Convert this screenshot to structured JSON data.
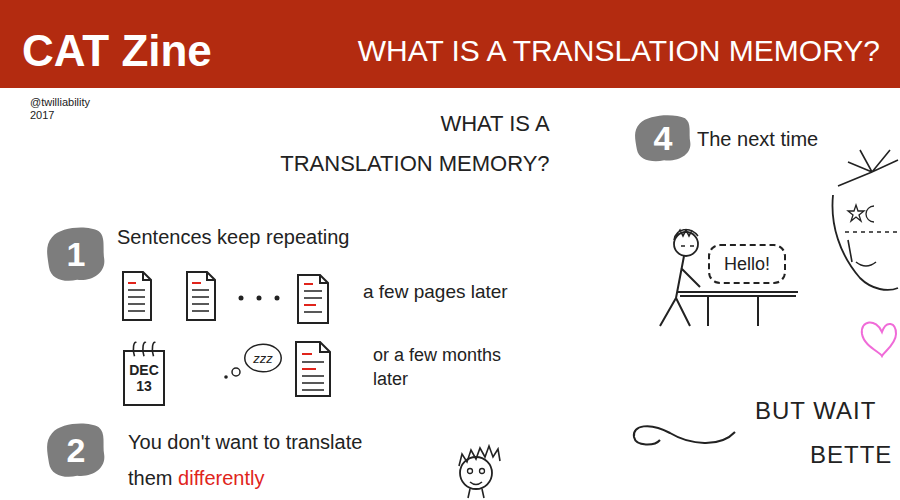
{
  "diagram": {
    "title": "WHAT IS A TRANSLATION MEMORY?",
    "nodes": [
      {
        "text": [
          "CAT Zine",
          "WHAT IS A TRANSLATION MEMORY?"
        ]
      },
      {
        "text": [
          "1"
        ]
      },
      {
        "text": [
          "DEC 13"
        ]
      },
      {
        "text": [
          "zzz"
        ]
      },
      {
        "text": [
          "2"
        ]
      },
      {
        "text": [
          "4"
        ]
      },
      {
        "text": [
          "Hello!"
        ]
      }
    ],
    "labels": [
      "@twilliability 2017",
      "Sentences keep repeating",
      "a few pages later",
      "or a few months later",
      "You don't want to translate them",
      "differently",
      "The next time",
      "BUT WAIT",
      "BETTE"
    ]
  }
}
